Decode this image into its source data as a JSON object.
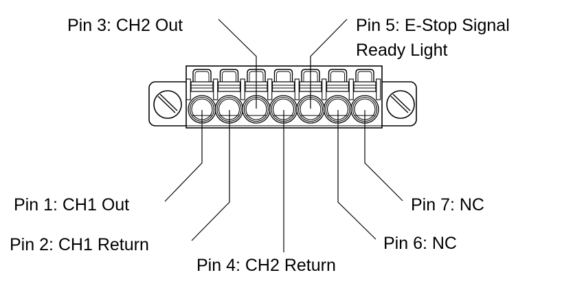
{
  "diagram": {
    "title": "7-pin terminal block connector pinout",
    "colors": {
      "stroke": "#000000",
      "background": "#ffffff"
    },
    "pins": [
      {
        "number": 1,
        "label": "Pin 1: CH1 Out"
      },
      {
        "number": 2,
        "label": "Pin 2: CH1 Return"
      },
      {
        "number": 3,
        "label": "Pin 3: CH2 Out"
      },
      {
        "number": 4,
        "label": "Pin 4: CH2 Return"
      },
      {
        "number": 5,
        "label": "Pin 5: E-Stop Signal",
        "label_line2": "Ready Light"
      },
      {
        "number": 6,
        "label": "Pin 6: NC"
      },
      {
        "number": 7,
        "label": "Pin 7: NC"
      }
    ]
  }
}
